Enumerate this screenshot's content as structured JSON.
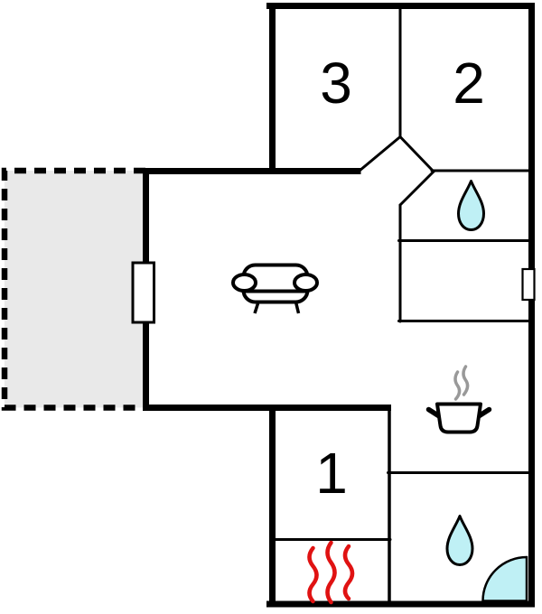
{
  "plan": {
    "rooms": [
      {
        "name": "room-3",
        "label": "3"
      },
      {
        "name": "room-2",
        "label": "2"
      },
      {
        "name": "room-1",
        "label": "1"
      }
    ],
    "icons": [
      "sofa-icon",
      "water-drop-icon",
      "water-drop-icon",
      "cooking-pot-icon",
      "steam-icon",
      "sauna-heat-icon",
      "shower-quarter-icon",
      "door-icon",
      "window-icon"
    ],
    "colors": {
      "wall": "#000000",
      "background": "#ffffff",
      "terrace_fill": "#e9e9e9",
      "water_fill": "#bff0f5",
      "sauna_heat": "#e01212",
      "steam": "#999999",
      "fixture_fill": "#ffffff"
    }
  }
}
